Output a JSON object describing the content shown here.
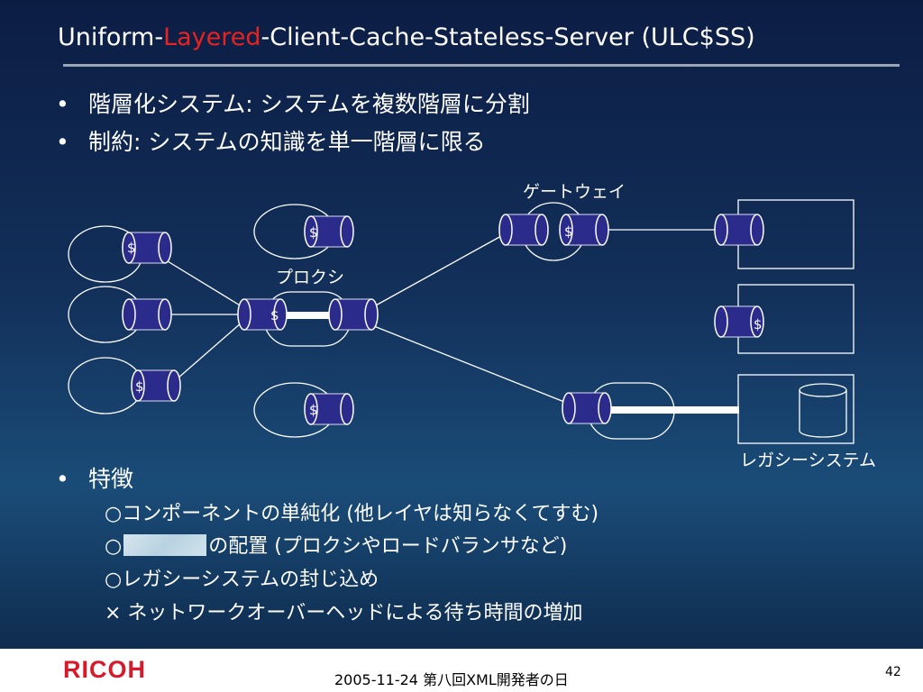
{
  "slide": {
    "title_prefix": "Uniform-",
    "title_highlight": "Layered",
    "title_suffix": "-Client-Cache-Stateless-Server (ULC$SS)",
    "bullets": [
      "階層化システム: システムを複数階層に分割",
      "制約: システムの知識を単一階層に限る"
    ],
    "features_heading": "特徴",
    "features": [
      "○コンポーネントの単純化 (他レイヤは知らなくてすむ)",
      "○",
      "の配置 (プロクシやロードバランサなど)",
      "○レガシーシステムの封じ込め",
      "× ネットワークオーバーヘッドによる待ち時間の増加"
    ]
  },
  "diagram": {
    "label_gateway": "ゲートウェイ",
    "label_proxy": "プロクシ",
    "label_legacy": "レガシーシステム",
    "cache_symbol": "$"
  },
  "colors": {
    "connector": "#2b2b8c",
    "title_highlight": "#e8231f",
    "logo": "#d6192b"
  },
  "footer": {
    "logo": "RICOH",
    "text": "2005-11-24 第八回XML開発者の日",
    "page": "42"
  }
}
